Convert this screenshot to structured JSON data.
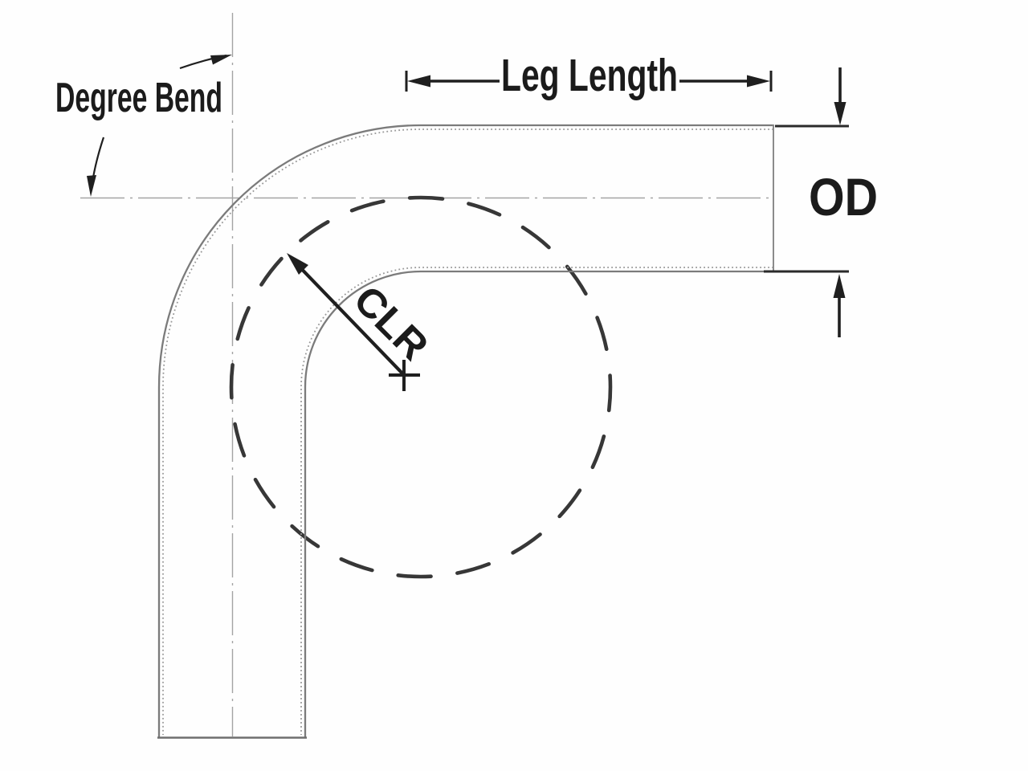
{
  "labels": {
    "degree_bend": "Degree Bend",
    "leg_length": "Leg Length",
    "od": "OD",
    "clr": "CLR"
  },
  "colors": {
    "background": "#fefefe",
    "tube_wall": "#7b7b7b",
    "tube_dotted": "#999999",
    "centerline": "#a3a3a3",
    "dashed_circle": "#373737",
    "annotation": "#1f1f1f"
  }
}
